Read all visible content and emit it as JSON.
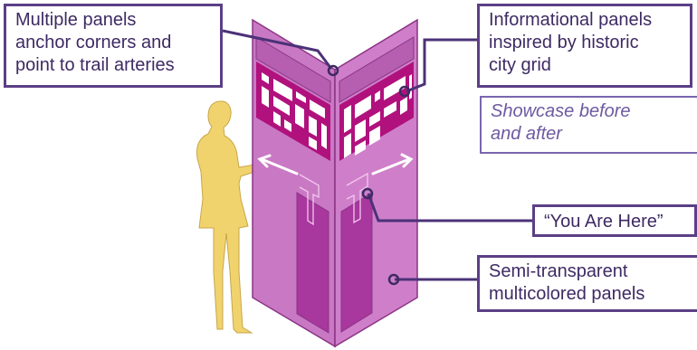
{
  "callouts": {
    "multiple_panels": [
      "Multiple panels",
      "anchor corners and",
      "point to trail arteries"
    ],
    "informational": [
      "Informational panels",
      "inspired by historic",
      "city grid"
    ],
    "showcase": [
      "Showcase before",
      "and after"
    ],
    "you_are_here": "“You Are Here”",
    "semi_transparent": [
      "Semi-transparent",
      "multicolored panels"
    ]
  },
  "colors": {
    "callout_border": "#5b3f86",
    "callout_text": "#3e2a63",
    "panel_light": "#c979c4",
    "panel_mid": "#b65fb0",
    "panel_dark": "#9a2f8f",
    "grid_magenta": "#b0117d",
    "figure_yellow": "#f1d36e",
    "leader_line": "#4b3277"
  }
}
